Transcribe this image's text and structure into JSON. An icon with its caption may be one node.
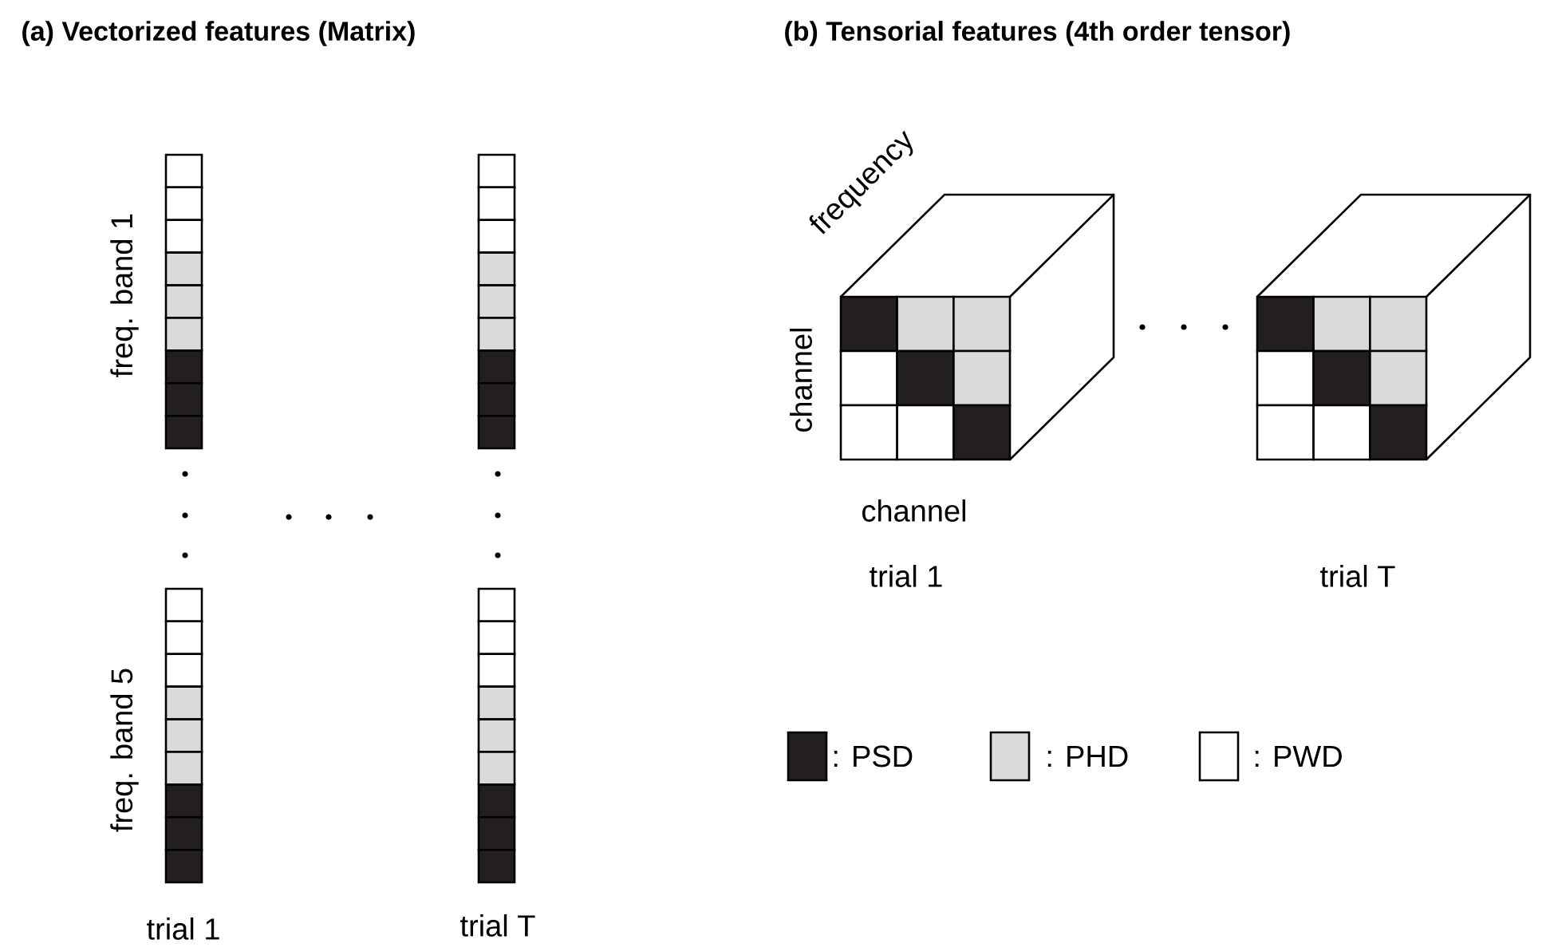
{
  "diagram": {
    "labels": [
      "(a) Vectorized features (Matrix)",
      "(b) Tensorial features (4th order tensor)",
      "freq. band 1",
      "freq. band 5",
      "trial 1",
      "trial T",
      "frequency",
      "channel",
      "channel",
      "trial 1",
      "trial T"
    ],
    "legend": [
      {
        "text": ": PSD",
        "color": "#231f20"
      },
      {
        "text": ": PHD",
        "color": "#d9dadb"
      },
      {
        "text": ": PWD"
      }
    ]
  }
}
